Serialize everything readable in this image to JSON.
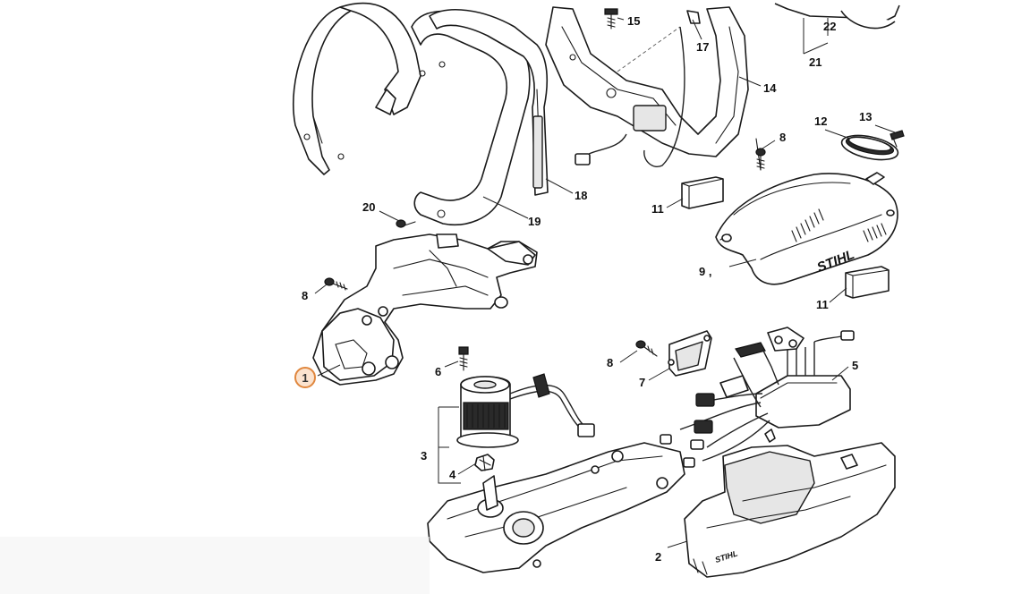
{
  "diagram": {
    "labels": [
      {
        "id": "1",
        "text": "1",
        "highlighted": true
      },
      {
        "id": "2",
        "text": "2"
      },
      {
        "id": "3",
        "text": "3"
      },
      {
        "id": "4",
        "text": "4"
      },
      {
        "id": "5",
        "text": "5"
      },
      {
        "id": "6",
        "text": "6"
      },
      {
        "id": "7",
        "text": "7"
      },
      {
        "id": "8a",
        "text": "8"
      },
      {
        "id": "8b",
        "text": "8"
      },
      {
        "id": "8c",
        "text": "8"
      },
      {
        "id": "9",
        "text": "9 ,"
      },
      {
        "id": "11a",
        "text": "11"
      },
      {
        "id": "11b",
        "text": "11"
      },
      {
        "id": "12",
        "text": "12"
      },
      {
        "id": "13",
        "text": "13"
      },
      {
        "id": "14",
        "text": "14"
      },
      {
        "id": "15",
        "text": "15"
      },
      {
        "id": "17",
        "text": "17"
      },
      {
        "id": "18",
        "text": "18"
      },
      {
        "id": "19",
        "text": "19"
      },
      {
        "id": "20",
        "text": "20"
      },
      {
        "id": "21",
        "text": "21"
      },
      {
        "id": "22",
        "text": "22"
      }
    ],
    "logos": {
      "cover": "STIHL",
      "housing": "STIHL"
    },
    "highlight_color": "#e0873e"
  }
}
